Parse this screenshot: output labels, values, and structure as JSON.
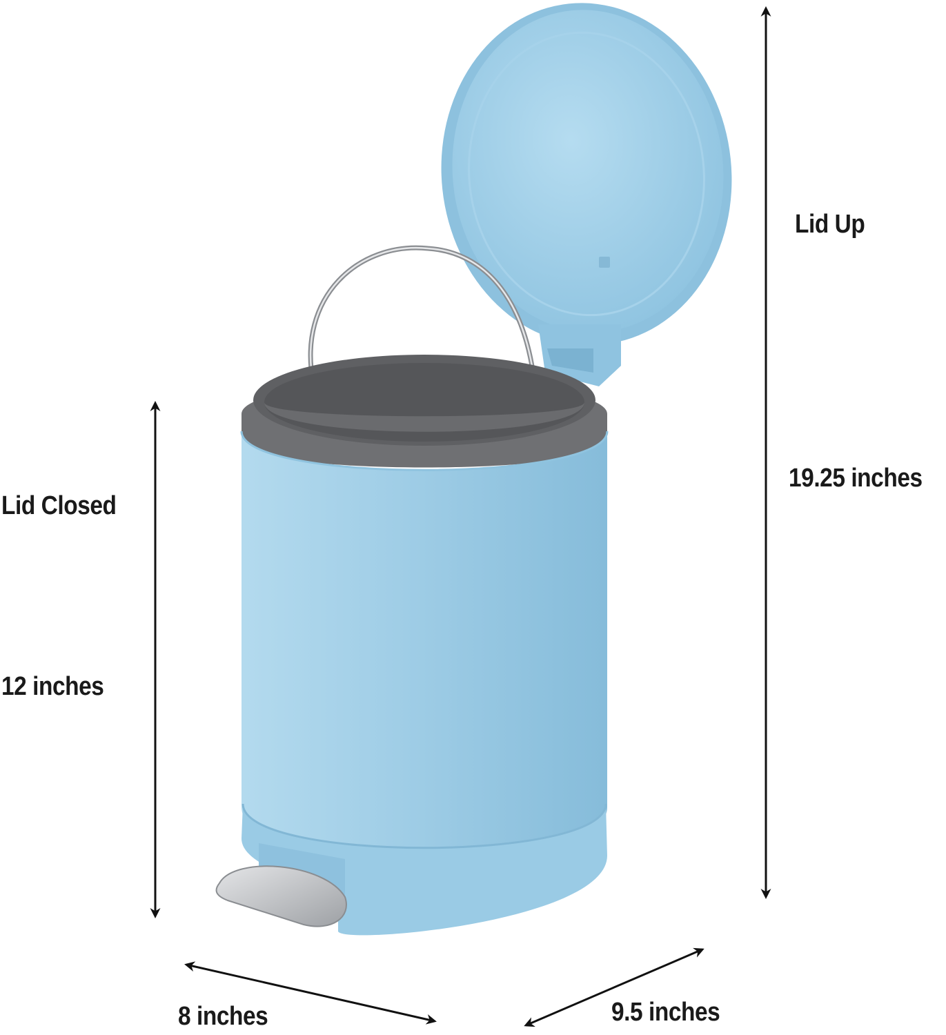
{
  "labels": {
    "lid_up": "Lid Up",
    "height_lid_up": "19.25 inches",
    "lid_closed": "Lid Closed",
    "height_lid_closed": "12 inches",
    "width": "8 inches",
    "depth": "9.5 inches"
  },
  "colors": {
    "bin_blue": "#9ccbe4",
    "liner_gray": "#77787a",
    "pedal_steel": "#c4c6c9",
    "arrow": "#111111"
  }
}
